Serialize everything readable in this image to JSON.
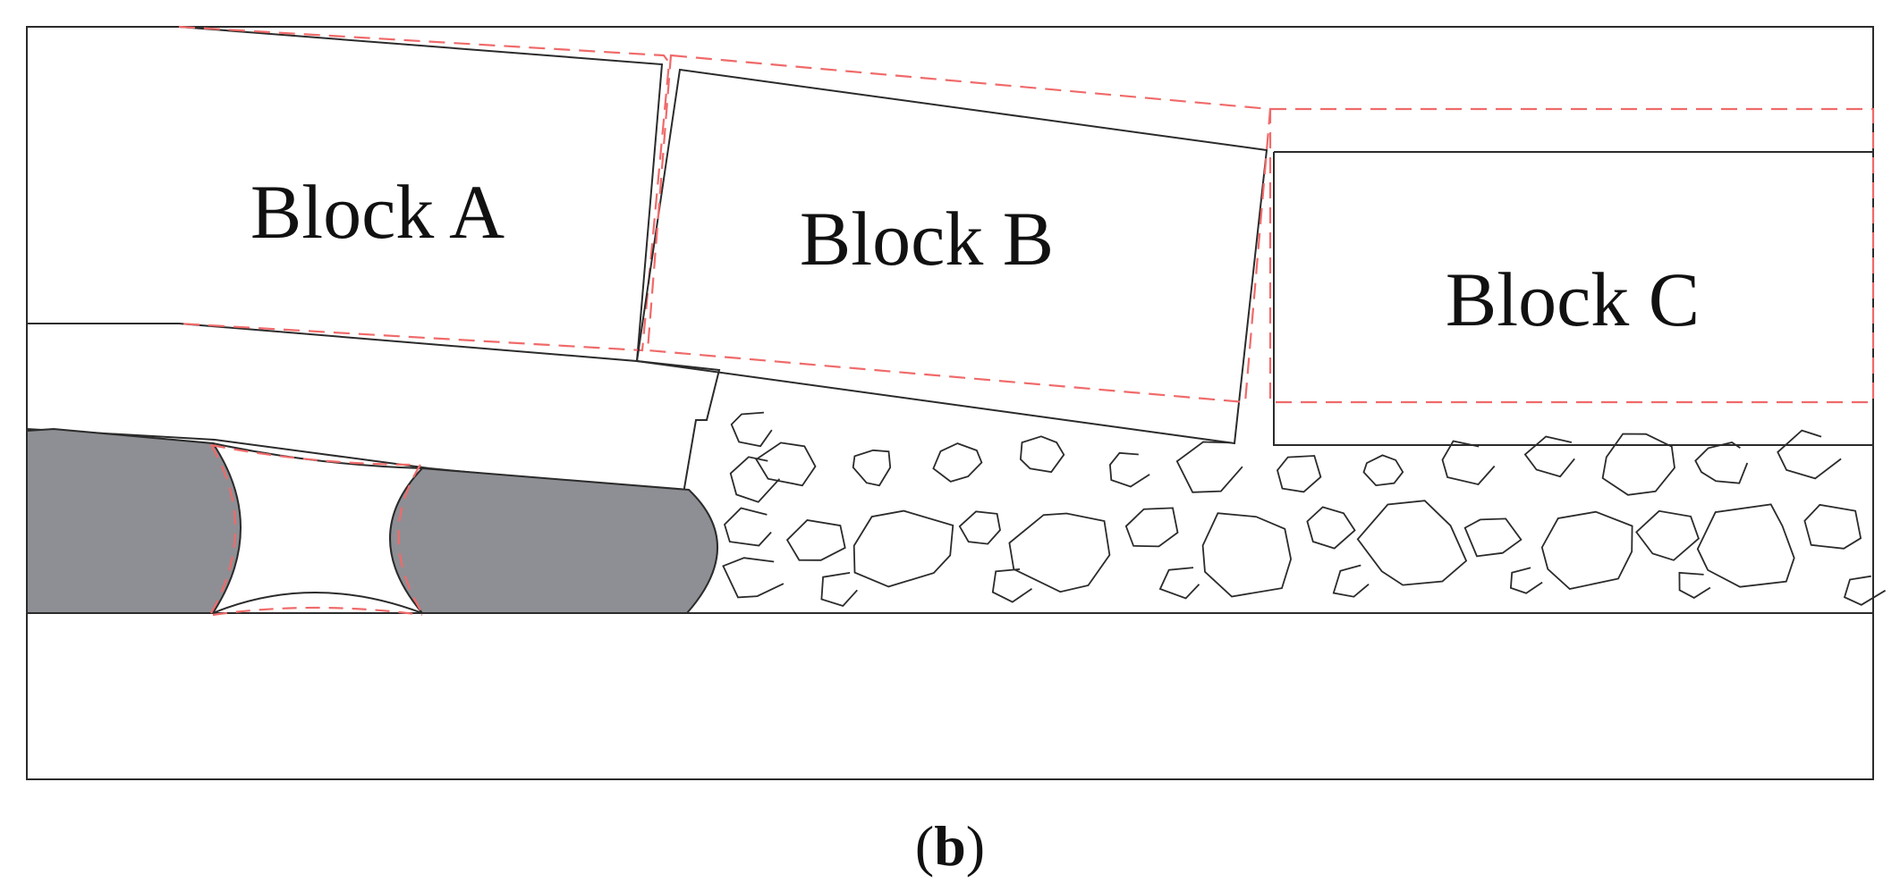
{
  "figure": {
    "blocks": [
      {
        "id": "a",
        "label": "Block A"
      },
      {
        "id": "b",
        "label": "Block B"
      },
      {
        "id": "c",
        "label": "Block C"
      }
    ],
    "panel_label": {
      "open": "(",
      "letter": "b",
      "close": ")"
    }
  },
  "colors": {
    "outline": "#2b2b2b",
    "displaced_dashed": "#f06a6a",
    "support_fill": "#8e8f94",
    "background": "#ffffff"
  },
  "icons": {
    "broken_rock": "irregular-polygon-rubble"
  }
}
